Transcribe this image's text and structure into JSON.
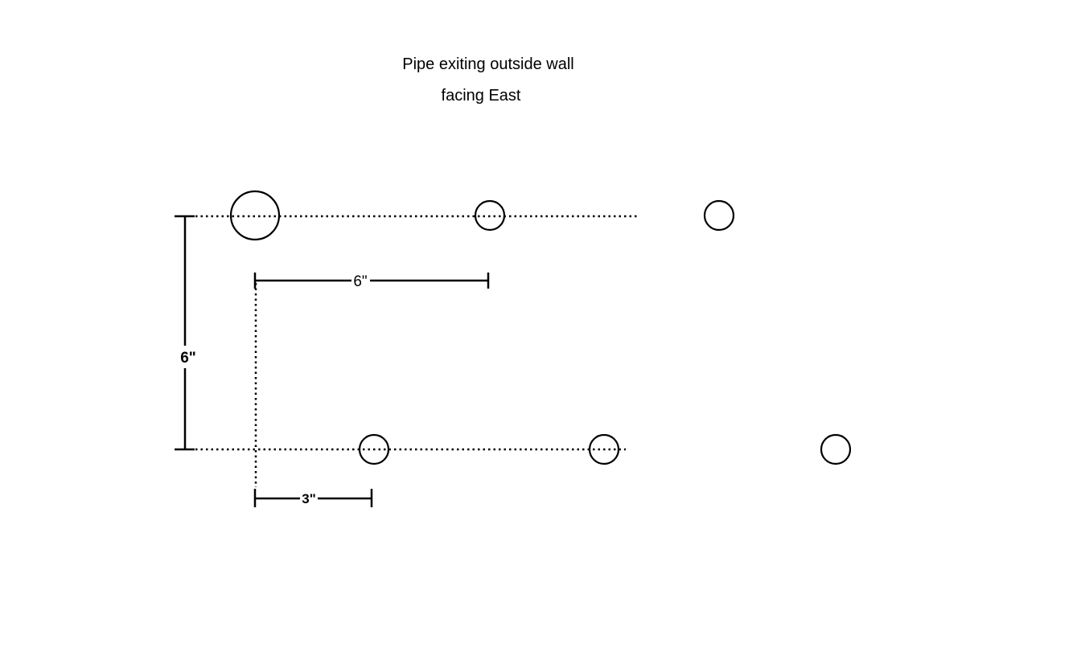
{
  "title": {
    "line1": "Pipe exiting outside wall",
    "line2": "facing East"
  },
  "dimensions": {
    "vertical_spacing": "6\"",
    "horizontal_spacing": "6\"",
    "row_offset": "3\""
  }
}
